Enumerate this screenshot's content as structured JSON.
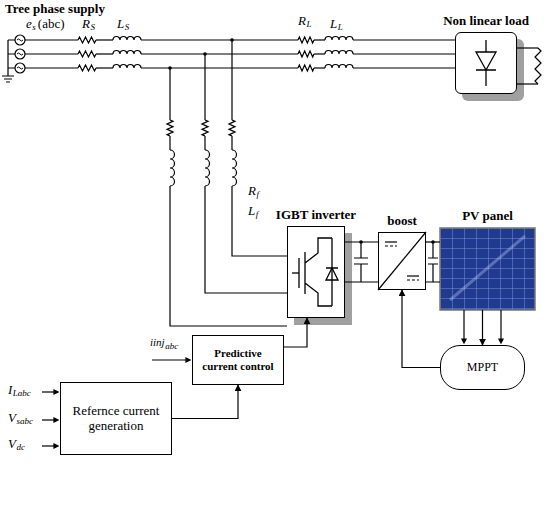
{
  "diagram": {
    "nodes": [
      {
        "text": [
          "Non linear load"
        ]
      },
      {
        "text": [
          "IGBT inverter"
        ]
      },
      {
        "text": [
          "boost"
        ]
      },
      {
        "text": [
          "PV panel"
        ]
      },
      {
        "text": [
          "Refernce current generation"
        ]
      },
      {
        "text": [
          "Predictive current control"
        ]
      },
      {
        "text": [
          "MPPT"
        ]
      }
    ],
    "edges": [
      {
        "from": 4,
        "to": 5,
        "arrow": "to"
      },
      {
        "from": 5,
        "to": 1,
        "arrow": "to"
      },
      {
        "from": 6,
        "to": 2,
        "arrow": "to"
      },
      {
        "from": 3,
        "to": 6,
        "arrow": "to"
      },
      {
        "from": 1,
        "to": 2,
        "arrow": "none"
      },
      {
        "from": 2,
        "to": 3,
        "arrow": "none"
      }
    ],
    "labels": [
      "Tree phase supply",
      "e",
      "s",
      "(abc)",
      "R",
      "S",
      "L",
      "S",
      "R",
      "L",
      "L",
      "L",
      "R",
      "f",
      "L",
      "f",
      "iinj",
      "abc",
      "I",
      "Labc",
      "V",
      "sabc",
      "V",
      "dc"
    ]
  }
}
